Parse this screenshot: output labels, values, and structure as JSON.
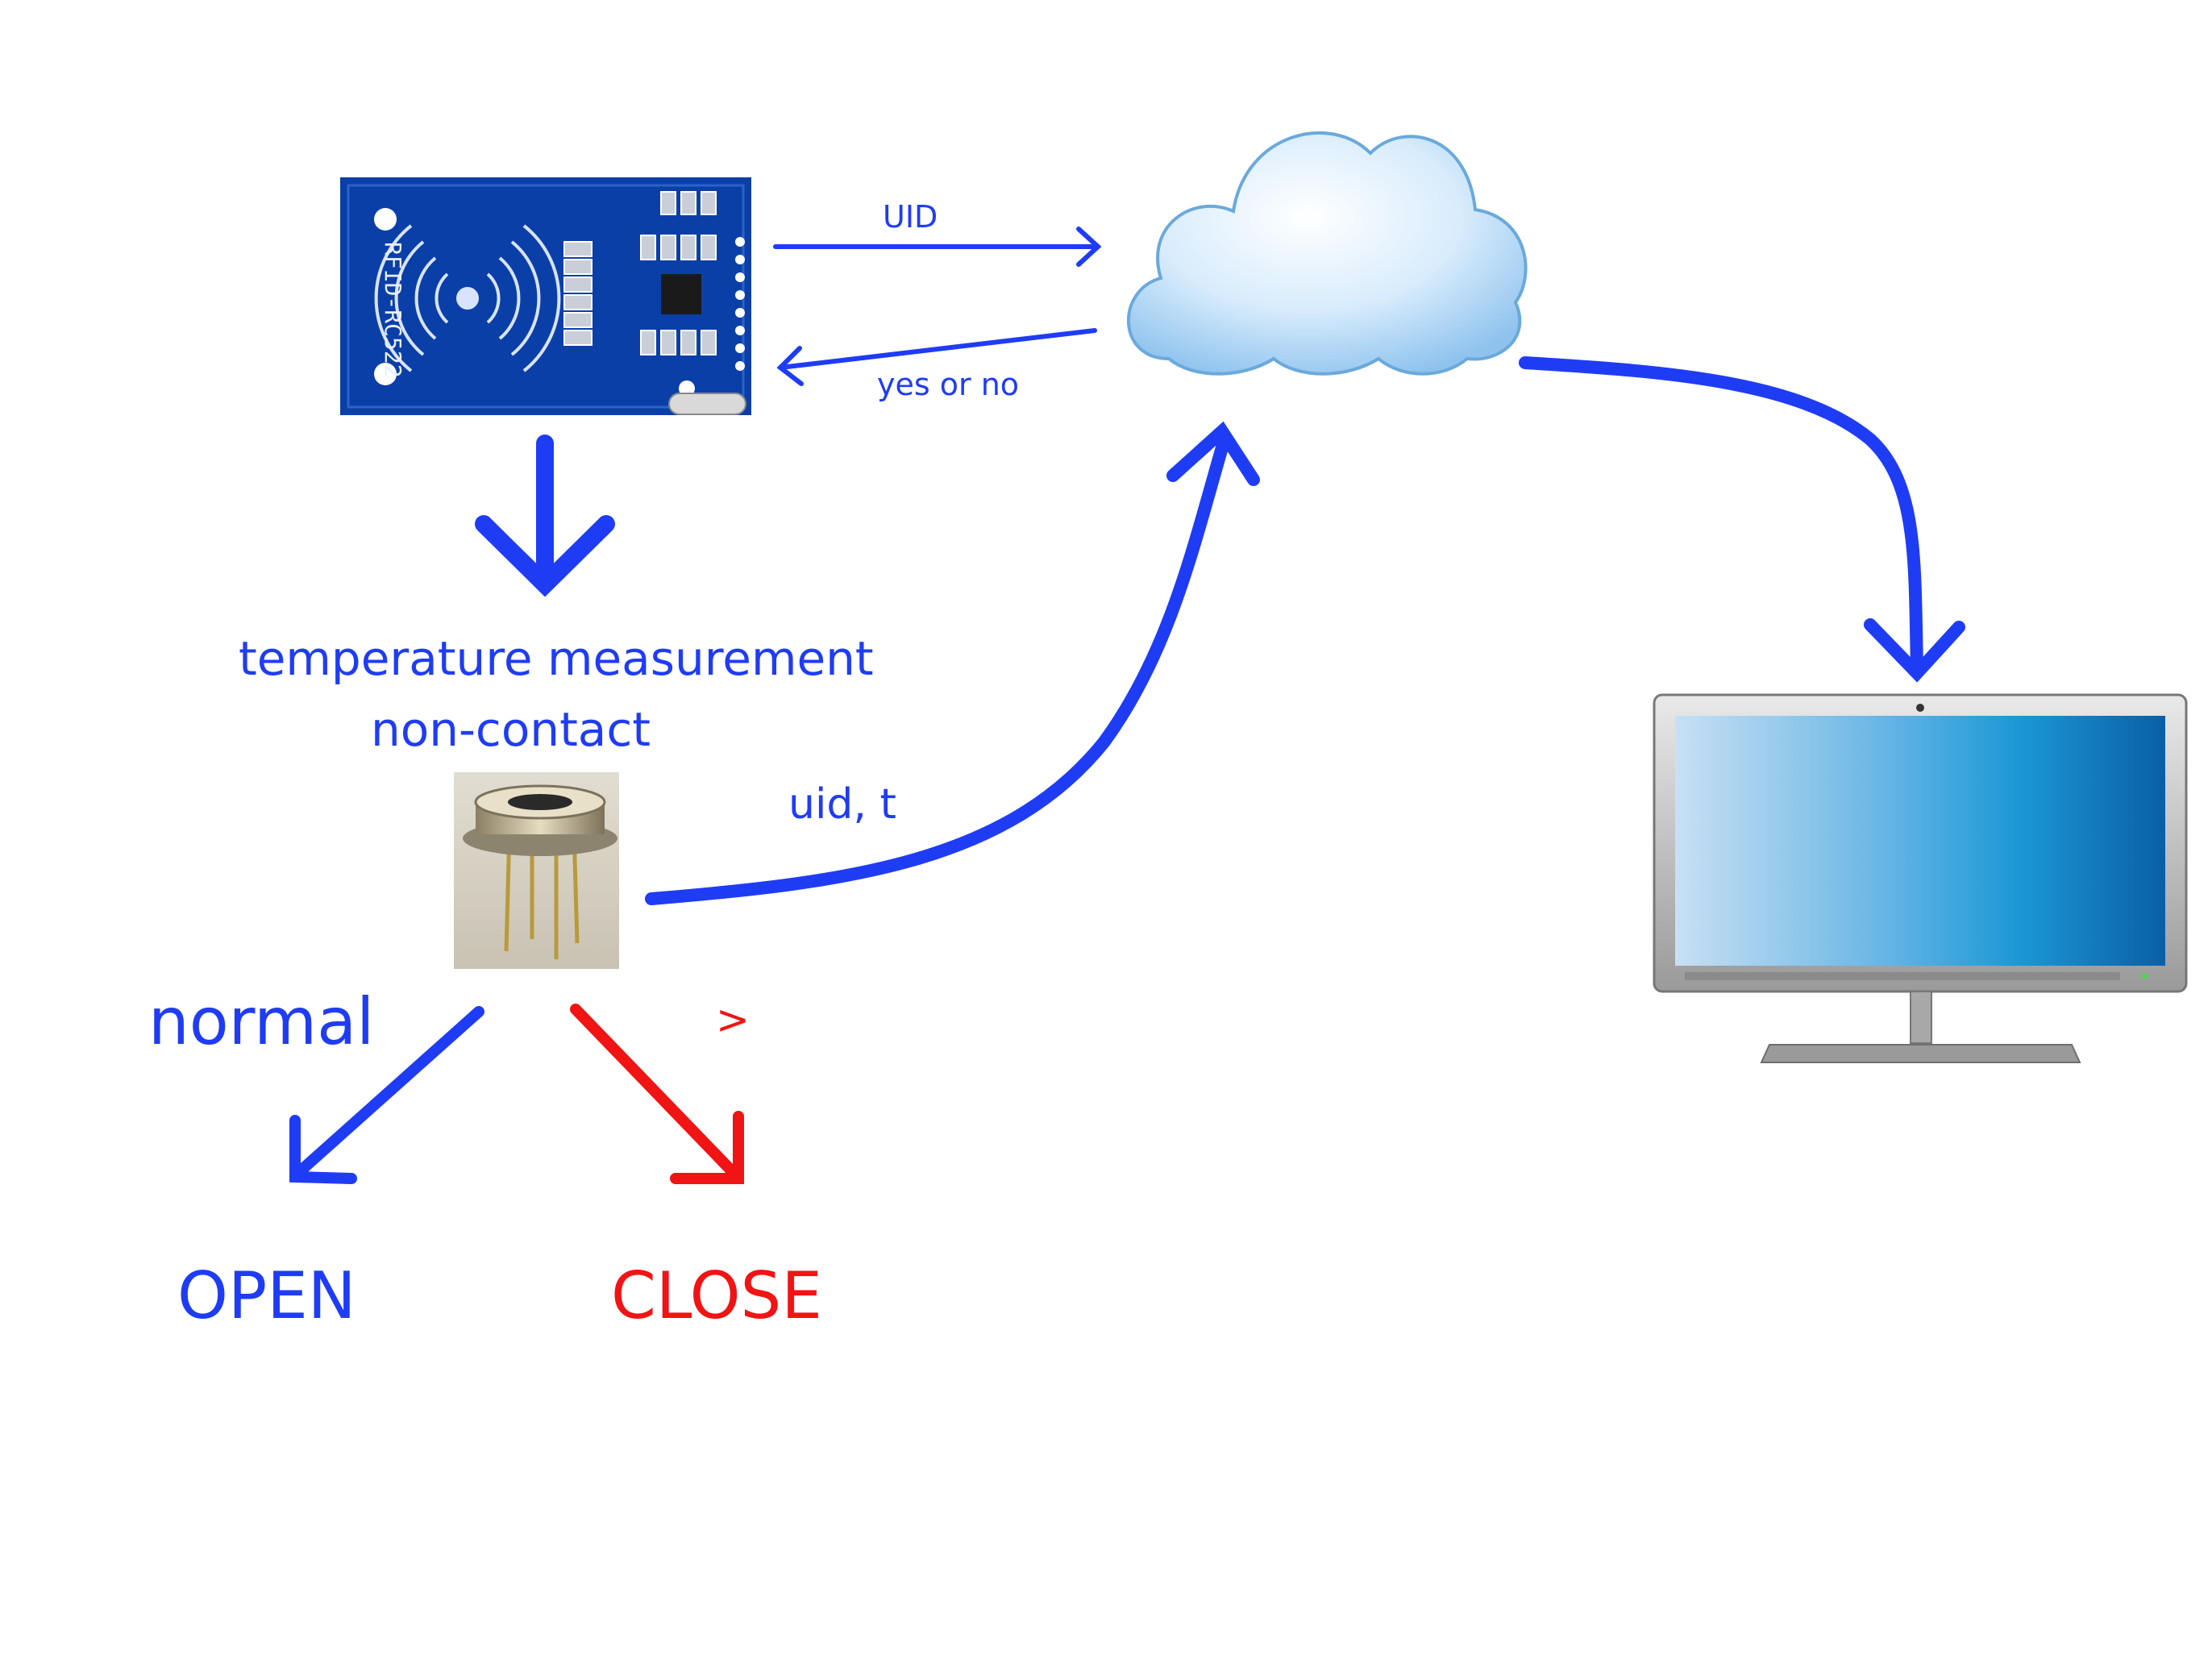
{
  "labels": {
    "uid": "UID",
    "yes_or_no": "yes or no",
    "temperature_line1": "temperature measurement",
    "temperature_line2": "non-contact",
    "uid_t": "uid, t",
    "normal": "normal",
    "greater_than": ">",
    "open": "OPEN",
    "close": "CLOSE"
  },
  "rfid_board": {
    "silkscreen": "RFID-RC522"
  },
  "colors": {
    "flow_arrow": "#1f3cf5",
    "reject_arrow": "#f01414",
    "rfid_board": "#0b3fa8",
    "cloud": "#cfe6fb",
    "monitor_screen": "#1d8fd0"
  },
  "icons": [
    "rfid-reader-module",
    "cloud-icon",
    "monitor-icon",
    "ir-temperature-sensor"
  ]
}
